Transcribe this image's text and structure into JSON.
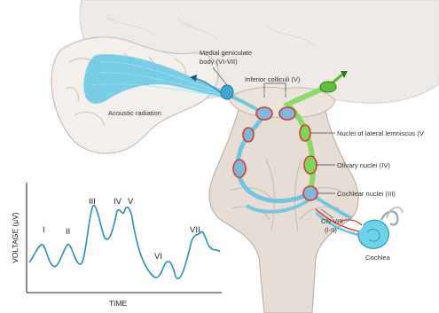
{
  "labels": {
    "medial_geniculate": [
      "Medial geniculate",
      "body (VI-VII)"
    ],
    "inferior_colliculi": "Inferior colliculi (V)",
    "acoustic_radiation": "Acoustic radiation",
    "lateral_lemniscus": "Nuclei of lateral lemniscus (V",
    "olivary": "Olivary nuclei (IV)",
    "cochlear_nuclei": "Cochlear nuclei (III)",
    "cn_viii": [
      "CN VIII",
      "(I-II)"
    ],
    "cochlea": "Cochlea"
  },
  "waveform": {
    "ylabel": "VOLTAGE (μV)",
    "xlabel": "TIME",
    "peaks": [
      "I",
      "II",
      "III",
      "IV",
      "V",
      "VI",
      "VII"
    ]
  },
  "colors": {
    "brain": "#efeae6",
    "brain_outline": "#cfc5bf",
    "stem": "#e6dcd3",
    "auditory_pathway": "#5fc3e2",
    "contralateral_pathway": "#7ed858",
    "nucleus_ring": "#d23a3a",
    "waveform": "#2a8fab"
  }
}
